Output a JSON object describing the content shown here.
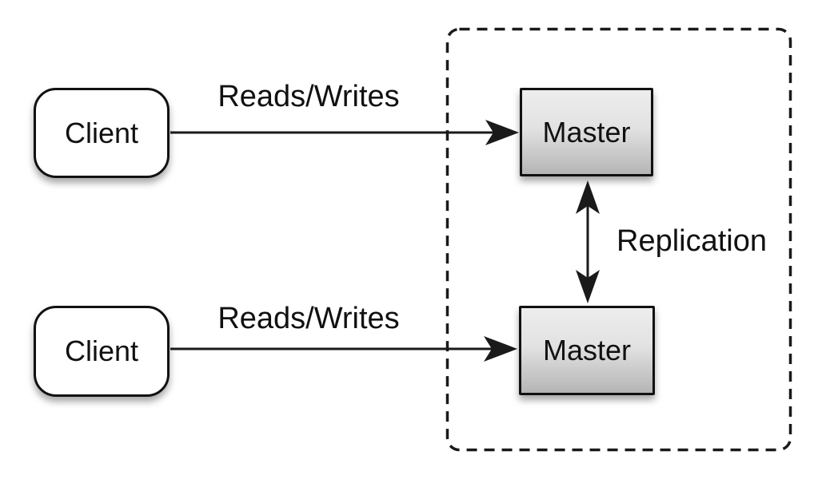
{
  "diagram": {
    "nodes": {
      "clients": [
        {
          "label": "Client"
        },
        {
          "label": "Client"
        }
      ],
      "masters": [
        {
          "label": "Master"
        },
        {
          "label": "Master"
        }
      ]
    },
    "edges": {
      "reads_writes_top": {
        "label": "Reads/Writes",
        "type": "arrow-right"
      },
      "reads_writes_bottom": {
        "label": "Reads/Writes",
        "type": "arrow-right"
      },
      "replication": {
        "label": "Replication",
        "type": "arrow-bidirectional-vertical"
      }
    },
    "boundary": {
      "style": "dashed-rounded-rectangle"
    }
  },
  "colors": {
    "line": "#1a1a1a",
    "box_border": "#111111",
    "client_fill": "#ffffff",
    "master_gradient_top": "#ededed",
    "master_gradient_bottom": "#b5b5b5",
    "background": "#ffffff"
  }
}
